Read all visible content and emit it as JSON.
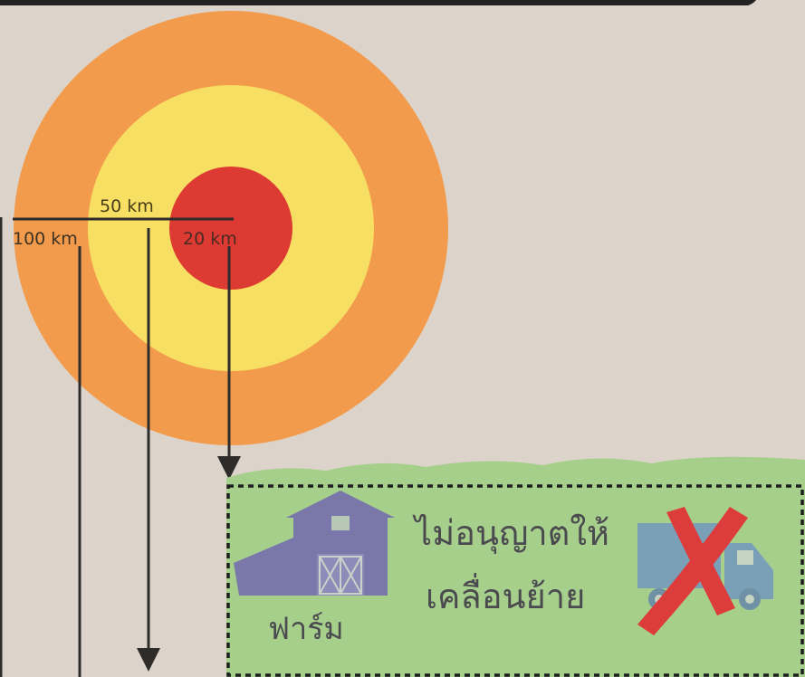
{
  "colors": {
    "background": "#dcd4ca",
    "zone_outer": "#f39b4c",
    "zone_middle": "#f6df62",
    "zone_inner": "#de3a34",
    "line": "#2e2c2b",
    "panel_green": "#a7cf8c",
    "barn": "#7a78aa",
    "truck": "#7aa0b8",
    "cross": "#dd3c3c",
    "text": "#4a4a4f"
  },
  "zones": [
    {
      "label": "100 km"
    },
    {
      "label": "50 km"
    },
    {
      "label": "20 km"
    }
  ],
  "notice": {
    "barn_label": "ฟาร์ม",
    "line1": "ไม่อนุญาตให้",
    "line2": "เคลื่อนย้าย",
    "barn_icon": "barn-icon",
    "truck_icon": "truck-icon",
    "cross_icon": "red-x-icon"
  }
}
